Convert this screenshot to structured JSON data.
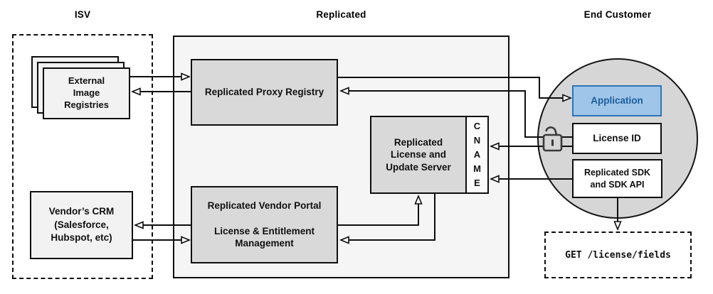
{
  "sections": {
    "isv": {
      "label": "ISV"
    },
    "replicated": {
      "label": "Replicated"
    },
    "end_customer": {
      "label": "End Customer"
    }
  },
  "nodes": {
    "external_image_registries": {
      "label": "External\nImage\nRegistries"
    },
    "vendors_crm": {
      "label": "Vendor’s CRM\n(Salesforce,\nHubspot, etc)"
    },
    "replicated_proxy_registry": {
      "label": "Replicated Proxy Registry"
    },
    "replicated_license_update_server": {
      "label": "Replicated\nLicense and\nUpdate Server"
    },
    "cname": {
      "label": "C\nN\nA\nM\nE"
    },
    "replicated_vendor_portal": {
      "label": "Replicated Vendor Portal\n\nLicense & Entitlement\nManagement"
    },
    "application": {
      "label": "Application"
    },
    "license_id": {
      "label": "License ID"
    },
    "replicated_sdk": {
      "label": "Replicated SDK\nand SDK API"
    },
    "get_license_fields": {
      "label": "GET /license/fields"
    }
  },
  "icons": {
    "unlock": "open-padlock"
  },
  "edges": [
    {
      "from": "external_image_registries",
      "to": "replicated_proxy_registry"
    },
    {
      "from": "replicated_proxy_registry",
      "to": "external_image_registries"
    },
    {
      "from": "replicated_vendor_portal",
      "to": "vendors_crm"
    },
    {
      "from": "vendors_crm",
      "to": "replicated_vendor_portal"
    },
    {
      "from": "replicated_vendor_portal",
      "to": "replicated_license_update_server"
    },
    {
      "from": "replicated_license_update_server",
      "to": "replicated_vendor_portal"
    },
    {
      "from": "replicated_proxy_registry",
      "to": "application"
    },
    {
      "from": "license_id",
      "to": "replicated_proxy_registry"
    },
    {
      "from": "license_id",
      "to": "cname"
    },
    {
      "from": "replicated_sdk",
      "to": "cname"
    },
    {
      "from": "replicated_sdk",
      "to": "get_license_fields"
    }
  ],
  "colors": {
    "replicated_container_fill": "#f5f5f5",
    "node_gray_fill": "#d9d9d9",
    "circle_fill": "#d6d6d6",
    "light_node_fill": "#f2f2f2",
    "application_fill": "#9fc5e8",
    "application_border": "#2e75b6",
    "application_text": "#1c5d99",
    "line_color": "#0d0d0d"
  }
}
